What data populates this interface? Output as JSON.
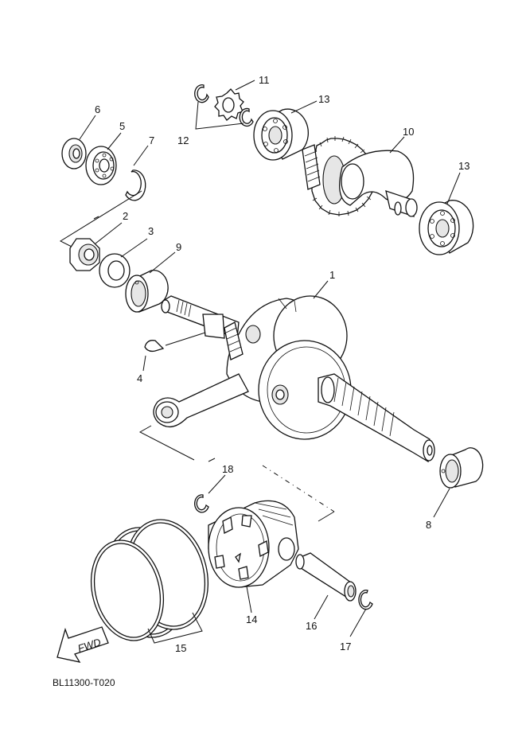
{
  "callouts": {
    "c1": "1",
    "c2": "2",
    "c3": "3",
    "c4": "4",
    "c5": "5",
    "c6": "6",
    "c7": "7",
    "c8": "8",
    "c9": "9",
    "c10": "10",
    "c11": "11",
    "c12": "12",
    "c13a": "13",
    "c13b": "13",
    "c14": "14",
    "c15": "15",
    "c16": "16",
    "c17": "17",
    "c18": "18"
  },
  "arrow_text": "FWD",
  "diagram_code": "BL11300-T020"
}
